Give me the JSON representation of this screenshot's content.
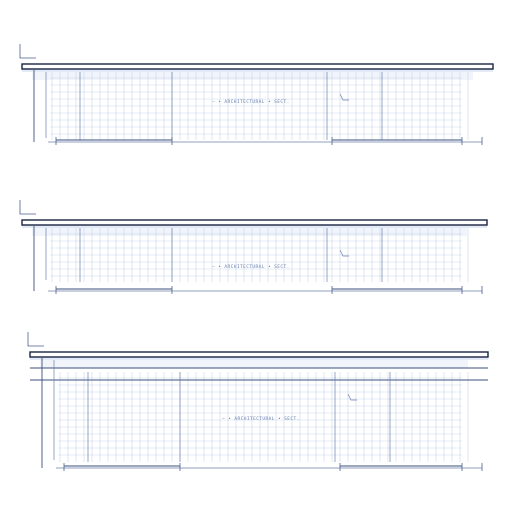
{
  "drawing": {
    "panels": [
      {
        "id": "panel-1",
        "label": "— • ARCHITECTURAL • SECT."
      },
      {
        "id": "panel-2",
        "label": "— • ARCHITECTURAL • SECT."
      },
      {
        "id": "panel-3",
        "label": "— • ARCHITECTURAL • SECT."
      }
    ],
    "colors": {
      "ink": "#1a2340",
      "grid": "#b9c9e3",
      "dimension": "#6b80ad",
      "haze": "#e8eef9"
    }
  }
}
